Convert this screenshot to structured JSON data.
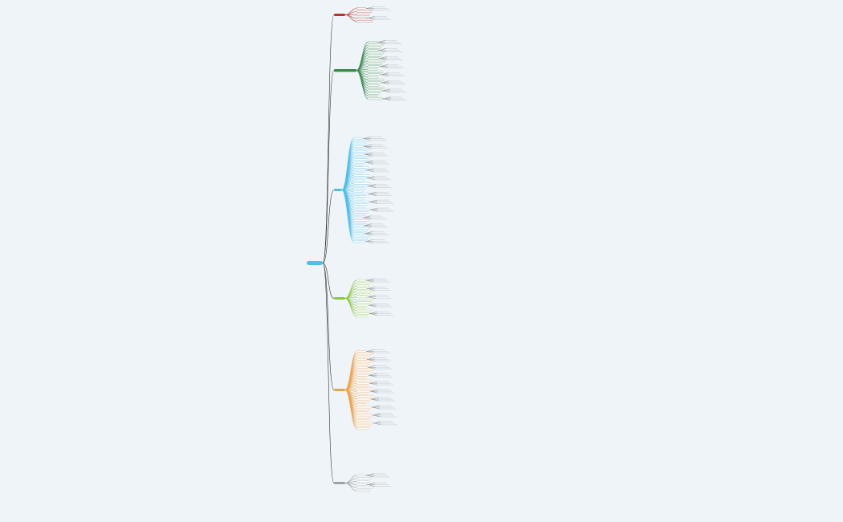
{
  "root": {
    "label": "",
    "color": "#4fbfe8"
  },
  "branches": [
    {
      "id": "b1",
      "color": "#b5332e",
      "children": 5,
      "text": ""
    },
    {
      "id": "b2",
      "color": "#3e8a4c",
      "children": 22,
      "text": ""
    },
    {
      "id": "b3",
      "color": "#4fbfe8",
      "children": 40,
      "text": ""
    },
    {
      "id": "b4",
      "color": "#8cc63f",
      "children": 14,
      "text": ""
    },
    {
      "id": "b5",
      "color": "#f0a24a",
      "children": 30,
      "text": ""
    },
    {
      "id": "b6",
      "color": "#9aa3a8",
      "children": 6,
      "text": ""
    }
  ]
}
